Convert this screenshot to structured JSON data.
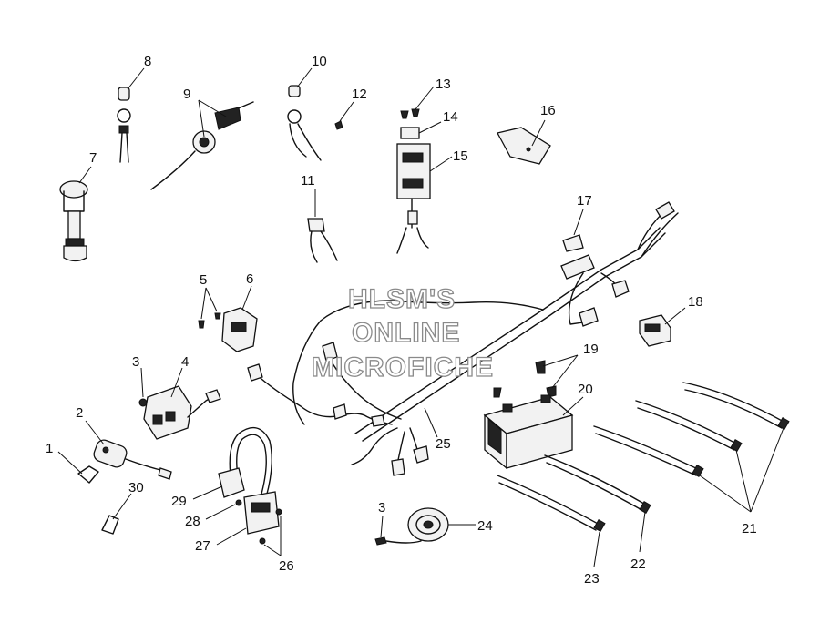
{
  "watermark": {
    "line1": "HLSM'S",
    "line2": "ONLINE",
    "line3": "MICROFICHE"
  },
  "callouts": {
    "c1": "1",
    "c2": "2",
    "c3a": "3",
    "c3b": "3",
    "c4": "4",
    "c5": "5",
    "c6": "6",
    "c7": "7",
    "c8": "8",
    "c9": "9",
    "c10": "10",
    "c11": "11",
    "c12": "12",
    "c13": "13",
    "c14": "14",
    "c15": "15",
    "c16": "16",
    "c17": "17",
    "c18": "18",
    "c19": "19",
    "c20": "20",
    "c21": "21",
    "c22": "22",
    "c23": "23",
    "c24": "24",
    "c25": "25",
    "c26": "26",
    "c27": "27",
    "c28": "28",
    "c29": "29",
    "c30": "30"
  }
}
